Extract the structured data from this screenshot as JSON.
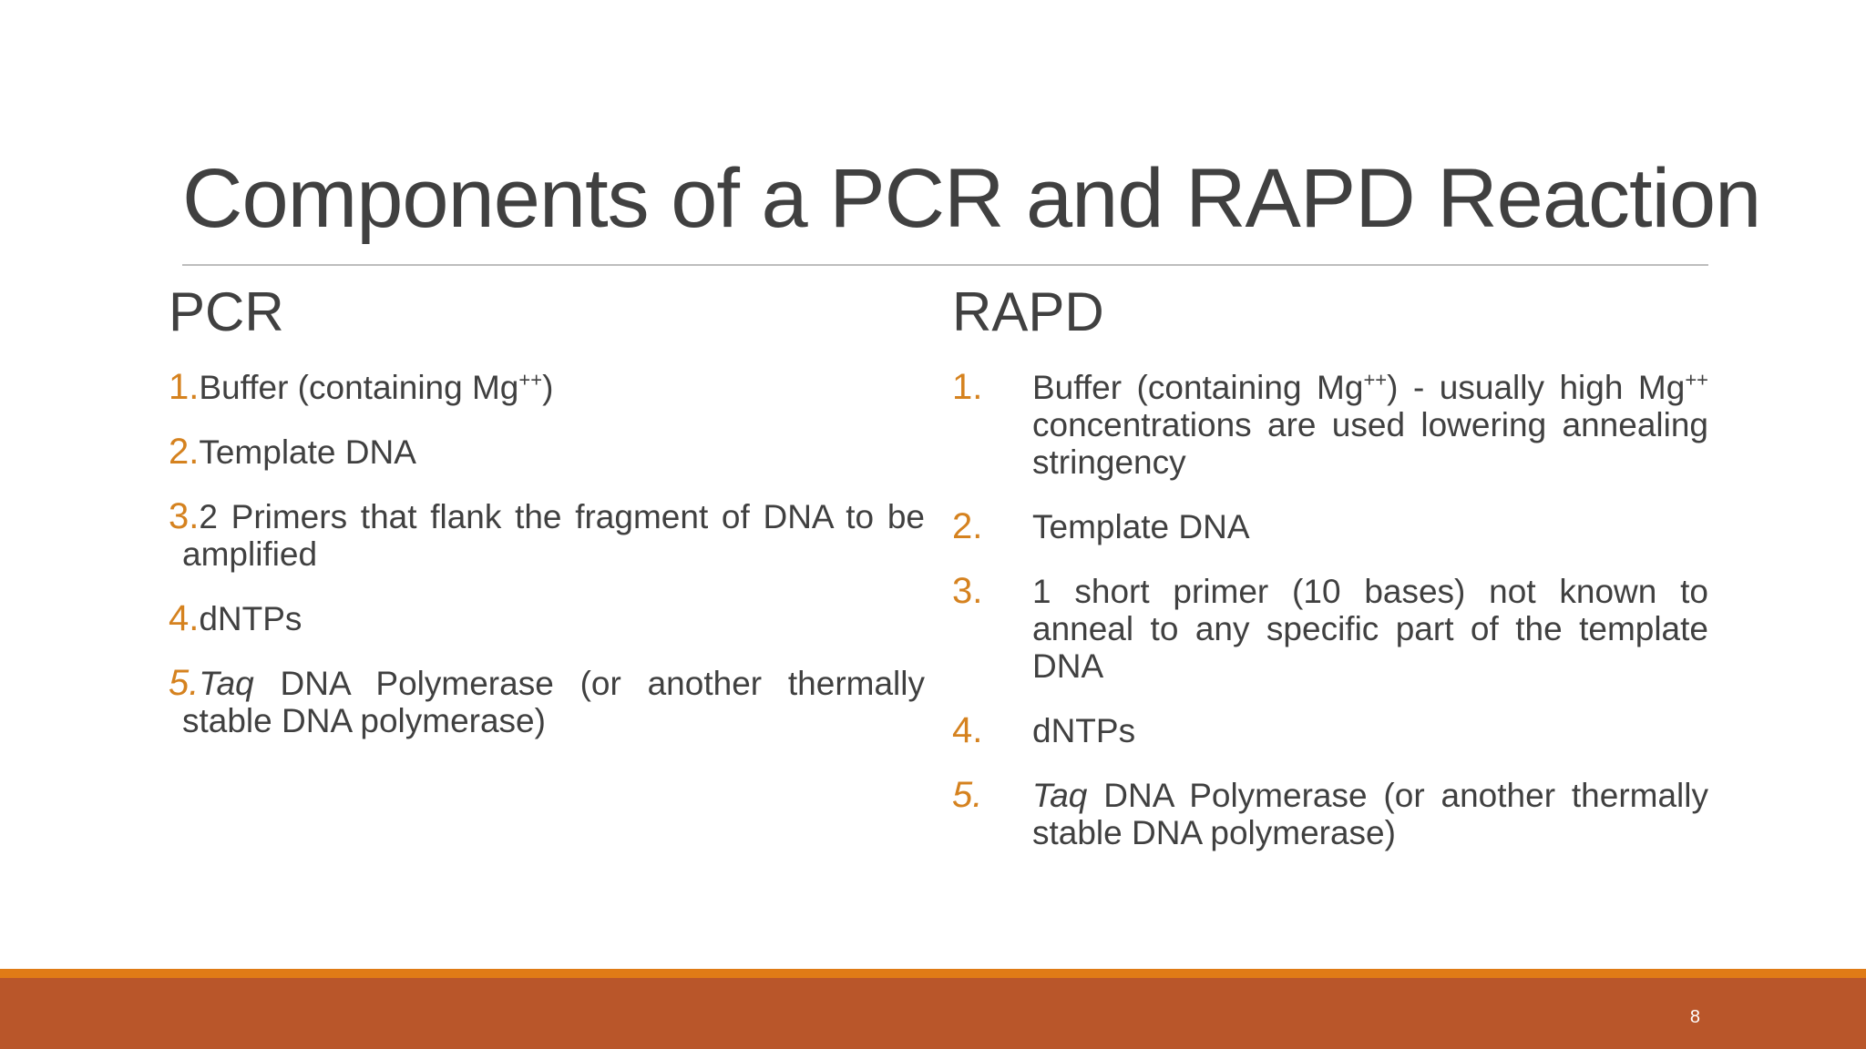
{
  "slide": {
    "title": "Components of a PCR and RAPD Reaction",
    "page_number": "8",
    "accent_color": "#e07b16",
    "footer_color": "#b9562a",
    "number_color": "#d5821f"
  },
  "pcr": {
    "heading": "PCR",
    "items": [
      {
        "num": "1.",
        "text": "Buffer (containing Mg",
        "sup": "++",
        "tail": ")"
      },
      {
        "num": "2.",
        "text": "Template DNA"
      },
      {
        "num": "3.",
        "text": "2 Primers that flank the fragment of DNA to be amplified"
      },
      {
        "num": "4.",
        "text": "dNTPs"
      },
      {
        "num": "5.",
        "italic": "Taq",
        "text": " DNA Polymerase (or another thermally stable DNA polymerase)"
      }
    ]
  },
  "rapd": {
    "heading": "RAPD",
    "items": [
      {
        "num": "1.",
        "text": "Buffer (containing Mg",
        "sup": "++",
        "mid": ") - usually high Mg",
        "sup2": "++",
        "tail": " concentrations are used lowering annealing stringency"
      },
      {
        "num": "2.",
        "text": "Template DNA"
      },
      {
        "num": "3.",
        "text": "1 short primer (10 bases) not known to anneal to any specific part of the template DNA"
      },
      {
        "num": "4.",
        "text": "dNTPs"
      },
      {
        "num": "5.",
        "italic": "Taq",
        "text": " DNA Polymerase (or another thermally stable DNA polymerase)"
      }
    ]
  }
}
